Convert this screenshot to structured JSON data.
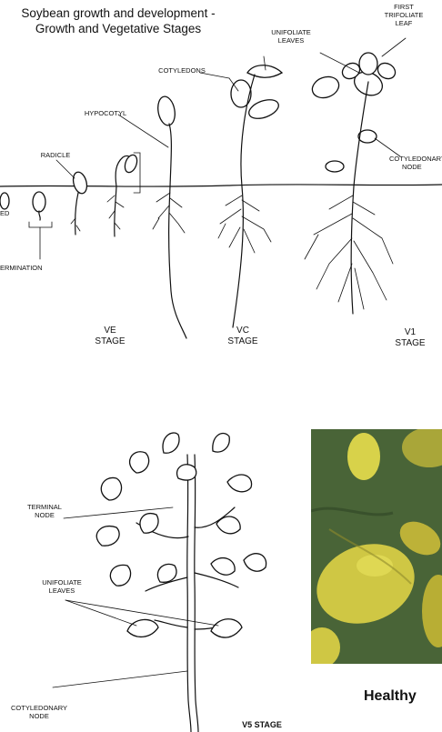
{
  "diagram": {
    "title_line1": "Soybean growth and development -",
    "title_line2": "Growth and Vegetative Stages"
  },
  "labels": {
    "first_trifoliate": [
      "FIRST",
      "TRIFOLIATE",
      "LEAF"
    ],
    "unifoliate_top": [
      "UNIFOLIATE",
      "LEAVES"
    ],
    "cotyledons": "COTYLEDONS",
    "hypocotyl": "HYPOCOTYL",
    "radicle": "RADICLE",
    "cotyledonary_node_top": [
      "COTYLEDONARY",
      "NODE"
    ],
    "seed": "ED",
    "germination": "ERMINATION",
    "terminal_node": [
      "TERMINAL",
      "NODE"
    ],
    "unifoliate_bottom": [
      "UNIFOLIATE",
      "LEAVES"
    ],
    "cotyledonary_node_bottom": [
      "COTYLEDONARY",
      "NODE"
    ]
  },
  "stages": {
    "ve": [
      "VE",
      "STAGE"
    ],
    "vc": [
      "VC",
      "STAGE"
    ],
    "v1": [
      "V1",
      "STAGE"
    ],
    "v5": "V5 STAGE"
  },
  "photo": {
    "caption": "Healthy",
    "colors": {
      "leaf": "#c9c23c",
      "leaf_highlight": "#e6df5a",
      "background": "#4f6a3c"
    }
  }
}
